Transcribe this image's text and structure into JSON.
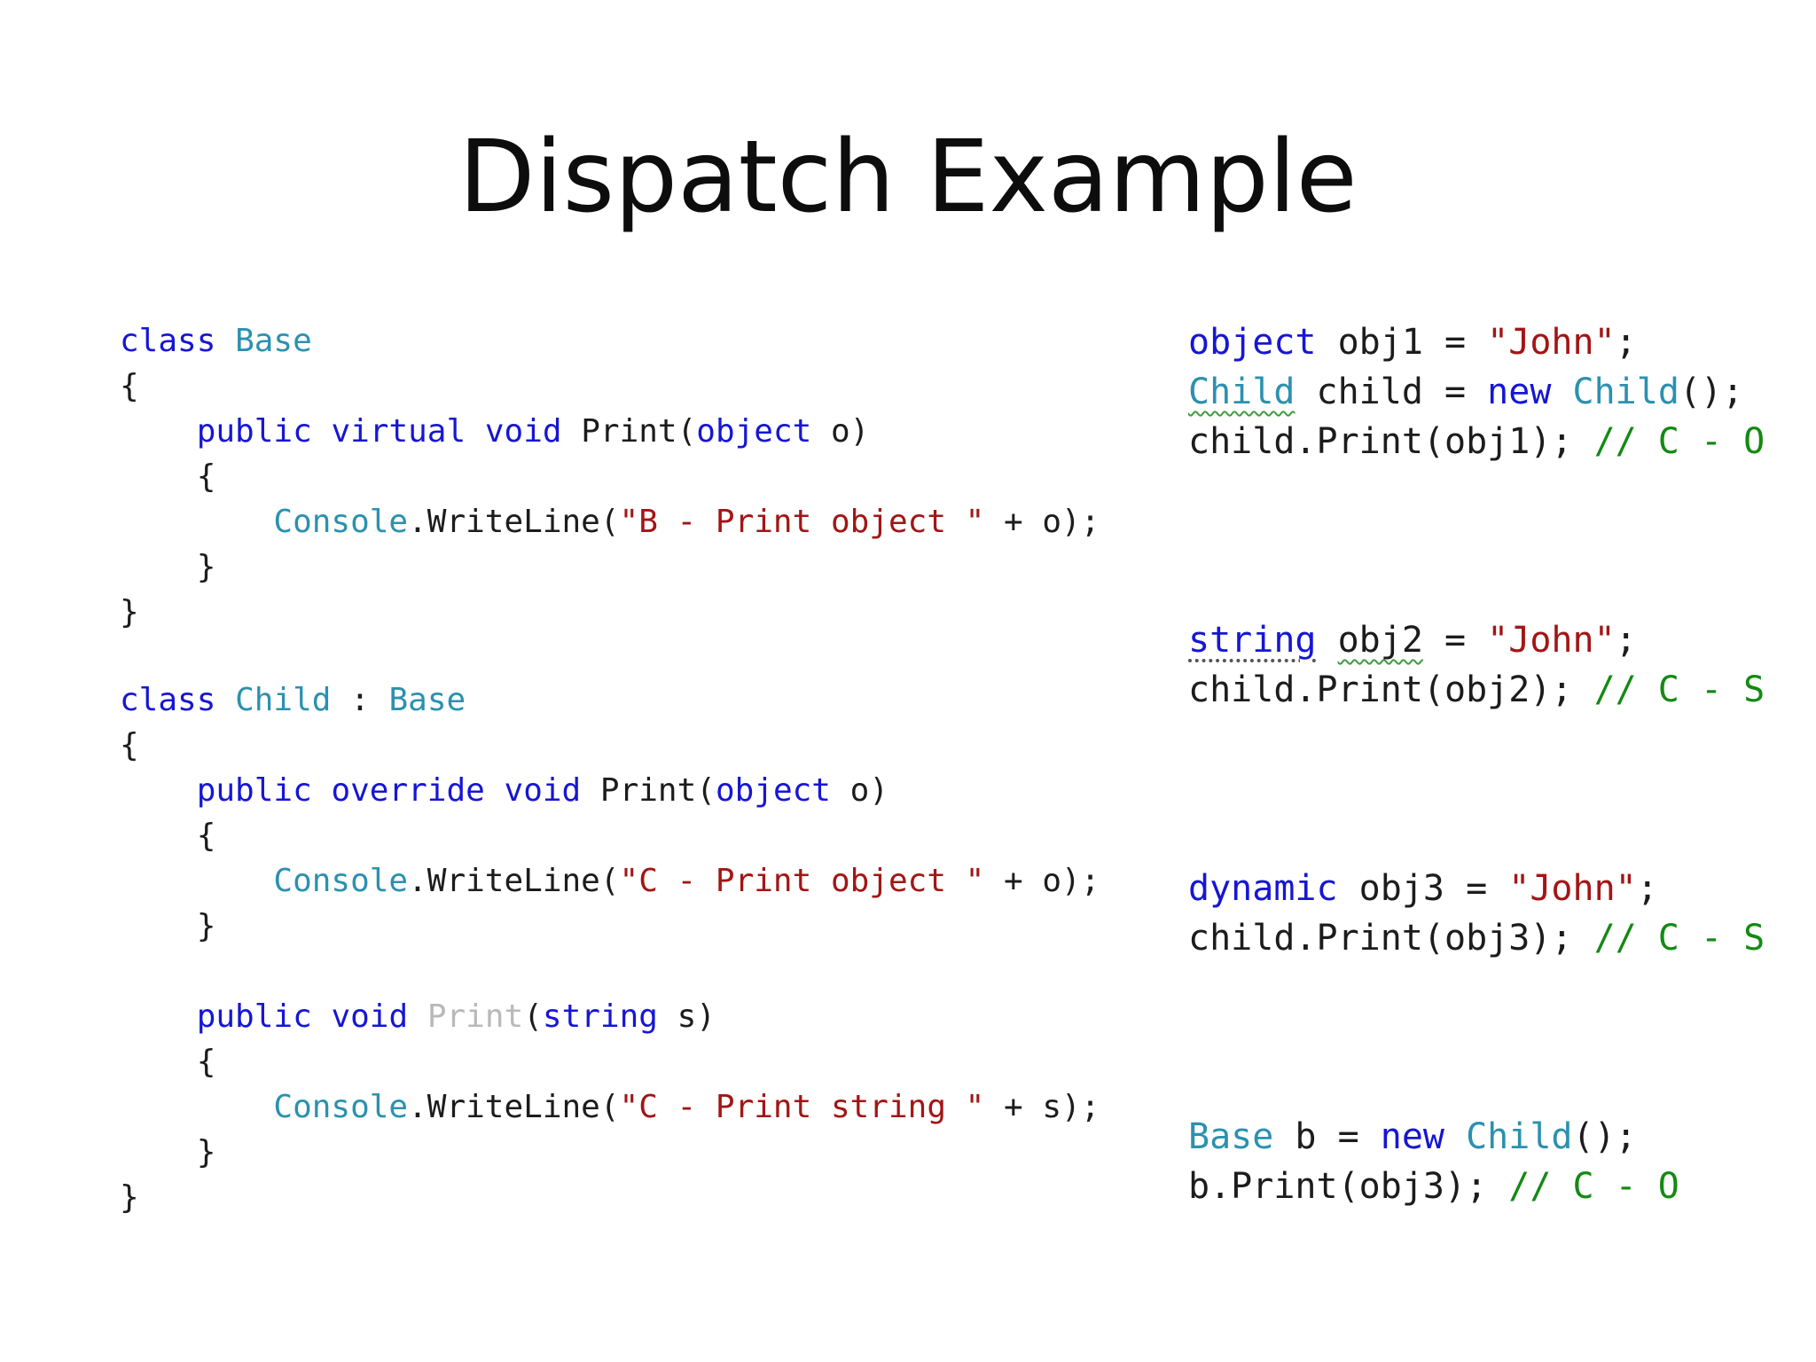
{
  "slide": {
    "title": "Dispatch Example"
  },
  "left_code": {
    "l1": {
      "kw": "class",
      "sp": " ",
      "ty": "Base"
    },
    "l2": {
      "t": "{"
    },
    "l3": {
      "ind": "    ",
      "kw1": "public",
      "s1": " ",
      "kw2": "virtual",
      "s2": " ",
      "kw3": "void",
      "name": " Print(",
      "kw4": "object",
      "rest": " o)"
    },
    "l4": {
      "t": "    {"
    },
    "l5": {
      "ind": "        ",
      "ty": "Console",
      "mid": ".WriteLine(",
      "st": "\"B - Print object \"",
      "rest": " + o);"
    },
    "l6": {
      "t": "    }"
    },
    "l7": {
      "t": "}"
    },
    "l9": {
      "kw": "class",
      "s1": " ",
      "ty1": "Child",
      "colon": " : ",
      "ty2": "Base"
    },
    "l10": {
      "t": "{"
    },
    "l11": {
      "ind": "    ",
      "kw1": "public",
      "s1": " ",
      "kw2": "override",
      "s2": " ",
      "kw3": "void",
      "name": " Print(",
      "kw4": "object",
      "rest": " o)"
    },
    "l12": {
      "t": "    {"
    },
    "l13": {
      "ind": "        ",
      "ty": "Console",
      "mid": ".WriteLine(",
      "st": "\"C - Print object \"",
      "rest": " + o);"
    },
    "l14": {
      "t": "    }"
    },
    "l16": {
      "ind": "    ",
      "kw1": "public",
      "s1": " ",
      "kw2": "void",
      "s2": " ",
      "dim": "Print",
      "paren": "(",
      "kw3": "string",
      "rest": " s)"
    },
    "l17": {
      "t": "    {"
    },
    "l18": {
      "ind": "        ",
      "ty": "Console",
      "mid": ".WriteLine(",
      "st": "\"C - Print string \"",
      "rest": " + s);"
    },
    "l19": {
      "t": "    }"
    },
    "l20": {
      "t": "}"
    }
  },
  "right_code": {
    "r1": {
      "kw": "object",
      "mid": " obj1 = ",
      "st": "\"John\"",
      "end": ";"
    },
    "r2": {
      "ty": "Child",
      "mid": " child = ",
      "kw": "new",
      "s": " ",
      "ty2": "Child",
      "end": "();"
    },
    "r3": {
      "code": "child.Print(obj1); ",
      "cm": "// C - O"
    },
    "r4": {
      "kw": "string",
      "s": " ",
      "var": "obj2",
      "mid": " = ",
      "st": "\"John\"",
      "end": ";"
    },
    "r5": {
      "code": "child.Print(obj2); ",
      "cm": "// C - S"
    },
    "r6": {
      "kw": "dynamic",
      "mid": " obj3 = ",
      "st": "\"John\"",
      "end": ";"
    },
    "r7": {
      "code": "child.Print(obj3); ",
      "cm": "// C - S"
    },
    "r8": {
      "ty": "Base",
      "mid": " b = ",
      "kw": "new",
      "s": " ",
      "ty2": "Child",
      "end": "();"
    },
    "r9": {
      "code": "b.Print(obj3); ",
      "cm": "// C - O"
    }
  },
  "colors": {
    "keyword": "#1616d4",
    "type": "#2b91af",
    "string": "#a31515",
    "comment": "#138a13",
    "plain": "#1c1c1c"
  }
}
